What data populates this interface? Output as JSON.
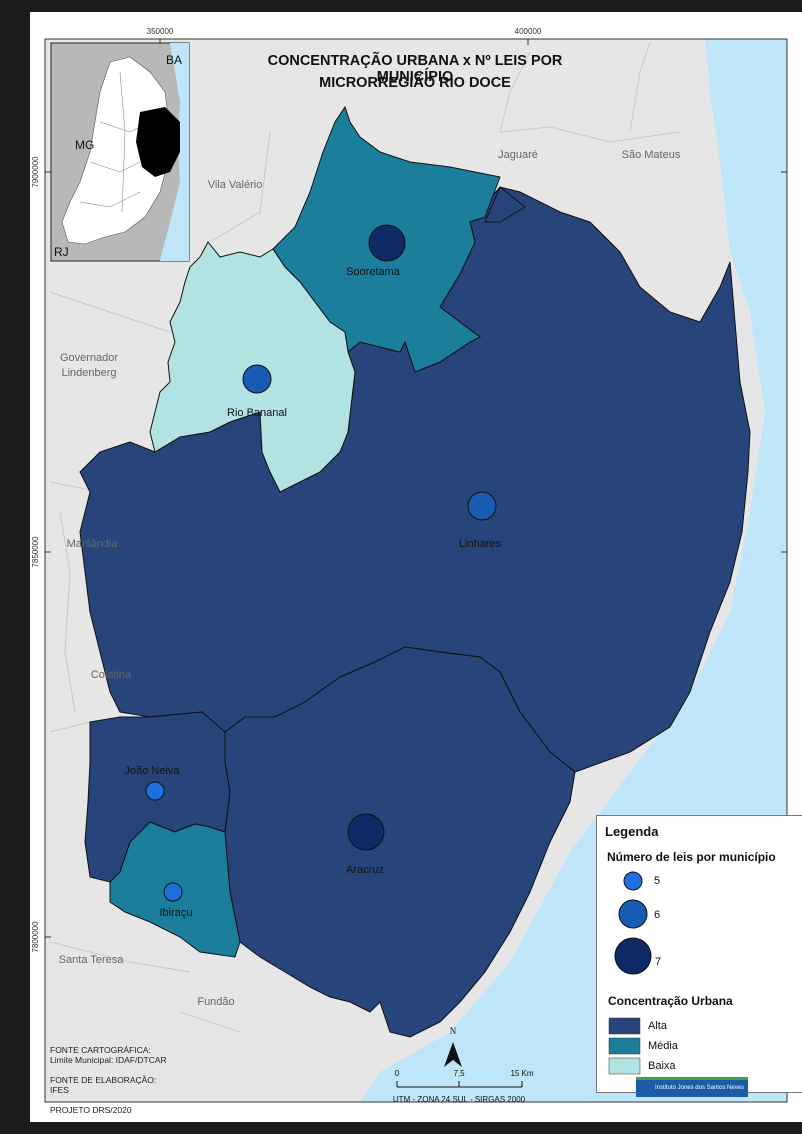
{
  "title": {
    "line1": "CONCENTRAÇÃO URBANA x Nº LEIS POR MUNICÍPIO",
    "line2": "MICRORREGIÃO RIO DOCE"
  },
  "grid": {
    "x_ticks": [
      "350000",
      "400000"
    ],
    "y_ticks": [
      "7900000",
      "7850000",
      "7800000"
    ]
  },
  "inset": {
    "labels": [
      "BA",
      "MG",
      "RJ"
    ]
  },
  "place_labels": {
    "jaguare": "Jaguaré",
    "sao_mateus": "São Mateus",
    "vila_valerio": "Vila Valério",
    "governador": "Governador",
    "lindenberg": "Lindenberg",
    "marilandia": "Marilândia",
    "colatina": "Colatina",
    "santa_teresa": "Santa Teresa",
    "fundao": "Fundão"
  },
  "municipalities": [
    {
      "name": "Sooretama",
      "concentracao": "Média",
      "leis": 7
    },
    {
      "name": "Rio Bananal",
      "concentracao": "Baixa",
      "leis": 6
    },
    {
      "name": "Linhares",
      "concentracao": "Alta",
      "leis": 6
    },
    {
      "name": "João Neiva",
      "concentracao": "Alta",
      "leis": 5
    },
    {
      "name": "Ibiraçu",
      "concentracao": "Média",
      "leis": 5
    },
    {
      "name": "Aracruz",
      "concentracao": "Alta",
      "leis": 7
    }
  ],
  "legend": {
    "title": "Legenda",
    "size_title": "Número de leis por município",
    "sizes": [
      "5",
      "6",
      "7"
    ],
    "class_title": "Concentração Urbana",
    "classes": [
      {
        "label": "Alta",
        "color": "#27457a"
      },
      {
        "label": "Média",
        "color": "#1b7f9b"
      },
      {
        "label": "Baixa",
        "color": "#b2e2e2"
      }
    ]
  },
  "colors": {
    "ocean": "#bfe6f8",
    "land": "#e6e6e6",
    "leis_5": "#1f6fe0",
    "leis_6": "#175bb2",
    "leis_7": "#0d2a66"
  },
  "scale": {
    "ticks": [
      "0",
      "7,5",
      "15 Km"
    ],
    "projection": "UTM - ZONA 24 SUL - SIRGAS 2000"
  },
  "north": "N",
  "credits": {
    "fonte_cart": "FONTE CARTOGRÁFICA:",
    "fonte_cart_detail": "Limite Municipal: IDAF/DTCAR",
    "fonte_elab": "FONTE DE ELABORAÇÃO:",
    "fonte_elab_detail": "IFES",
    "projeto": "PROJETO DRS/2020"
  },
  "logo_text": "Instituto Jones dos Santos Neves"
}
